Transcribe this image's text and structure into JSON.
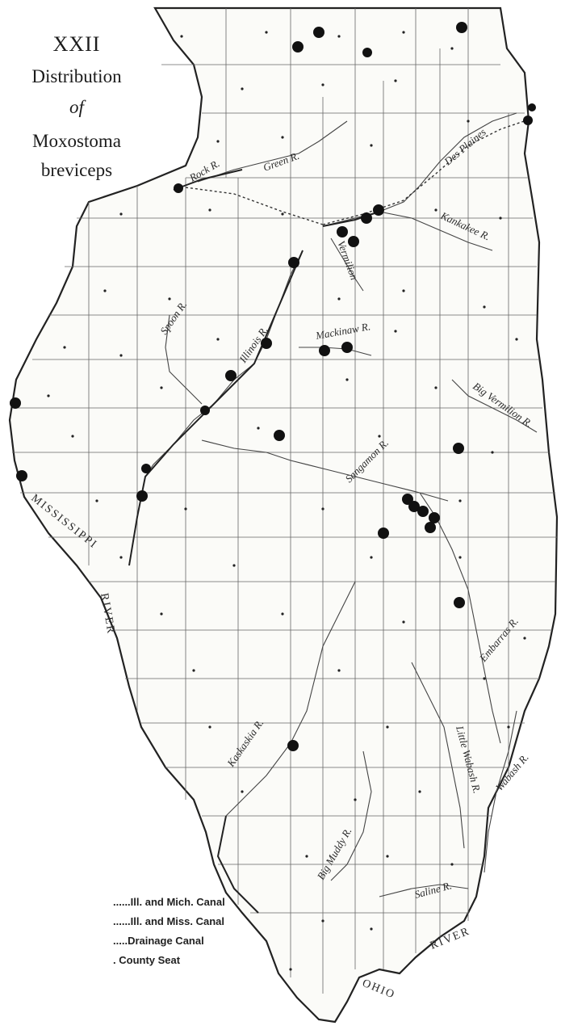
{
  "title": {
    "number": "XXII",
    "line1": "Distribution",
    "line2": "of",
    "line3": "Moxostoma",
    "line4": "breviceps"
  },
  "legend": {
    "items": [
      {
        "dash": "......",
        "label": "Ill. and Mich. Canal"
      },
      {
        "dash": "......",
        "label": "Ill. and Miss. Canal"
      },
      {
        "dash": ".....",
        "label": "Drainage Canal"
      },
      {
        "dash": ".",
        "label": "County Seat"
      }
    ]
  },
  "labels": {
    "mississippi": "MISSISSIPPI",
    "mississippi_river": "RIVER",
    "ohio": "OHIO",
    "ohio_river": "RIVER",
    "rock": "Rock R.",
    "green": "Green R.",
    "desplaines": "Des Plaines",
    "kankakee": "Kankakee R.",
    "vermilion": "Vermilion",
    "spoon": "Spoon R.",
    "illinois": "Illinois R.",
    "mackinaw": "Mackinaw R.",
    "big_vermilion": "Big Vermilion R.",
    "sangamon": "Sangamon R.",
    "embarras": "Embarras R.",
    "kaskaskia": "Kaskaskia R.",
    "little_wabash": "Little Wabash R.",
    "wabash": "Wabash R.",
    "big_muddy": "Big Muddy R.",
    "saline": "Saline R."
  },
  "colors": {
    "record_dot": "#111111",
    "river_line": "#444444",
    "border": "#222222",
    "county_line": "#555555"
  }
}
